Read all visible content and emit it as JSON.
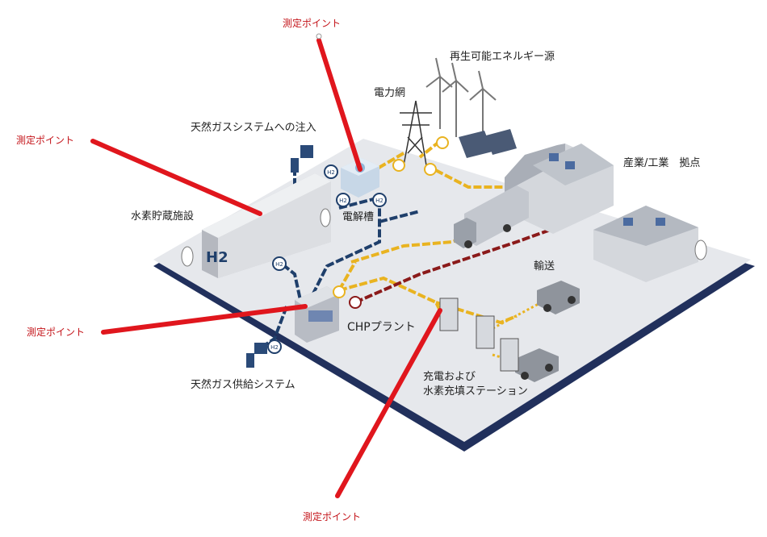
{
  "labels": {
    "renewable": "再生可能エネルギー源",
    "grid": "電力網",
    "gas_injection": "天然ガスシステムへの注入",
    "industry": "産業/工業　拠点",
    "storage": "水素貯蔵施設",
    "electrolyzer": "電解槽",
    "transport": "輸送",
    "chp": "CHPプラント",
    "gas_supply": "天然ガス供給システム",
    "station_line1": "充電および",
    "station_line2": "水素充填ステーション"
  },
  "measurement_label": "測定ポイント",
  "tank_text": "H2",
  "h2_badge": "H2",
  "colors": {
    "power": "#e9b320",
    "gas": "#1f3f6b",
    "heat": "#8b1a1a",
    "measure": "#e0161d",
    "platform": "#e6e8ec",
    "platform_edge": "#23315e"
  }
}
